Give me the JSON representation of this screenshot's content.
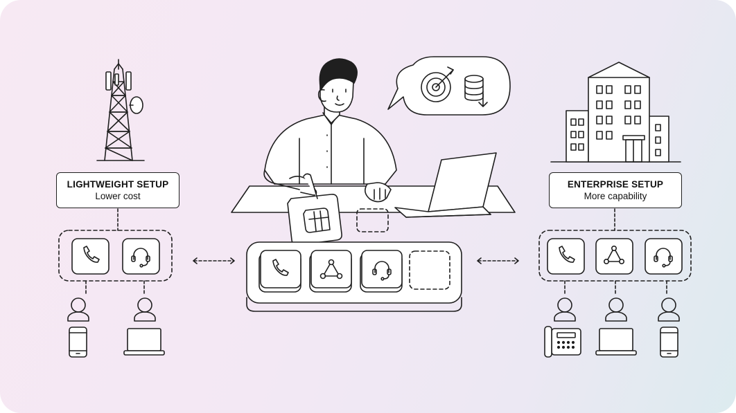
{
  "lightweight": {
    "title": "LIGHTWEIGHT SETUP",
    "subtitle": "Lower cost"
  },
  "enterprise": {
    "title": "ENTERPRISE SETUP",
    "subtitle": "More capability"
  },
  "colors": {
    "ink": "#1f1f1f",
    "paper": "#ffffff",
    "background_start": "#f7e9f3",
    "background_end": "#dcebef"
  },
  "icons": [
    "cell-tower-icon",
    "office-building-icon",
    "person-at-desk-icon",
    "laptop-icon",
    "speech-bubble-icon",
    "target-icon",
    "database-download-icon",
    "sim-card-icon",
    "phone-icon",
    "headset-icon",
    "network-nodes-icon",
    "user-icon",
    "smartphone-icon",
    "desk-phone-icon",
    "double-arrow-icon"
  ]
}
